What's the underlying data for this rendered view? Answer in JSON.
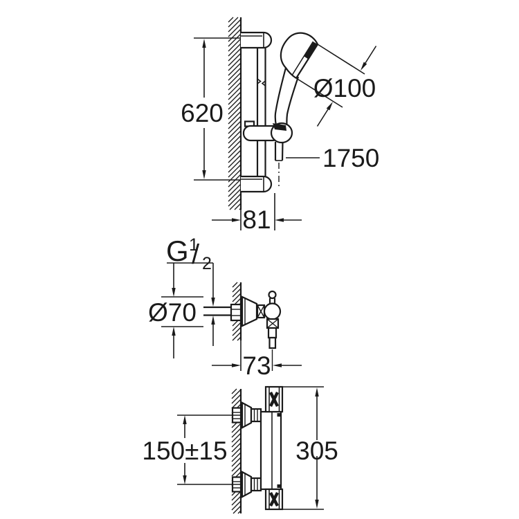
{
  "colors": {
    "ink": "#1a1a1a",
    "background": "#ffffff"
  },
  "labels": {
    "rail_height": "620",
    "head_diameter": "Ø100",
    "hose_length": "1750",
    "wall_offset": "81",
    "thread_letter": "G",
    "thread_sup": "1",
    "thread_slash": "/",
    "thread_sub": "2",
    "escutcheon_diameter": "Ø70",
    "valve_depth": "73",
    "connection_distance": "150±15",
    "mixer_width": "305"
  }
}
